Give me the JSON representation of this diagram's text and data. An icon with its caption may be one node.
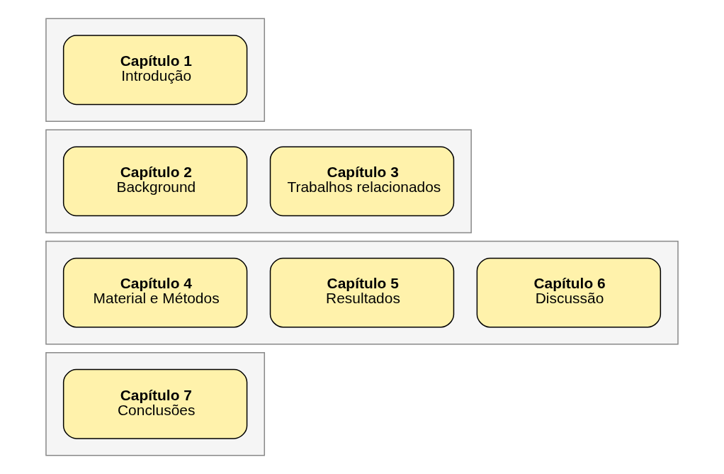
{
  "diagram": {
    "nodes": [
      {
        "text": [],
        "shape": "box"
      },
      {
        "text": [
          "Capítulo 1",
          "Introdução"
        ],
        "in": 0
      },
      {
        "text": [],
        "shape": "box"
      },
      {
        "text": [
          "Capítulo 2",
          "Background"
        ],
        "in": 2
      },
      {
        "text": [
          "Capítulo 3",
          "Trabalhos relacionados"
        ],
        "in": 2
      },
      {
        "text": [],
        "shape": "box"
      },
      {
        "text": [
          "Capítulo 4",
          "Material e Métodos"
        ],
        "in": 5
      },
      {
        "text": [
          "Capítulo 5",
          "Resultados"
        ],
        "in": 5
      },
      {
        "text": [
          "Capítulo 6",
          "Discussão"
        ],
        "in": 5
      },
      {
        "text": [],
        "shape": "box"
      },
      {
        "text": [
          "Capítulo 7",
          "Conclusões"
        ],
        "in": 9
      }
    ],
    "edges": []
  }
}
